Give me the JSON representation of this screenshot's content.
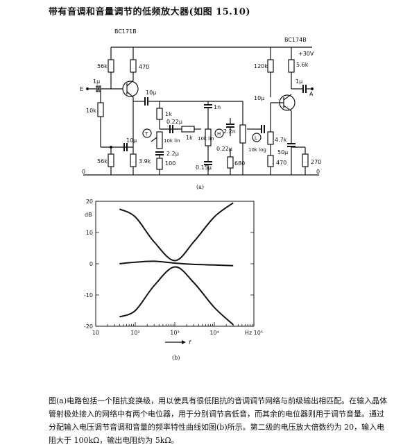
{
  "title": "带有音调和音量调节的低频放大器(如图 15.10)",
  "circuit": {
    "transistor_left": "BC171B",
    "transistor_right": "BC174B",
    "supply": "+30V",
    "input_label": "E",
    "output_label": "A",
    "ground_left": "0",
    "ground_right": "0",
    "caption": "(a)",
    "components": {
      "r56k_top": "56k",
      "r470_top": "470",
      "c1u_in": "1μ",
      "c10u_a": "10μ",
      "r10k_left": "10k",
      "r1k_a": "1k",
      "c022_a": "0.22μ",
      "pot_t_label": "T",
      "pot_t_val": "10k lin",
      "r1k_b": "1k",
      "c1n": "1n",
      "c22n": "2.2n",
      "pot_h_label": "H",
      "pot_h_val": "10k lin",
      "c022_b": "0.22μ",
      "pot_l_label": "L",
      "pot_l_val": "10k log",
      "c10u_b": "10μ",
      "c22u": "2.2μ",
      "r56k_bottom": "56k",
      "r39k": "3.9k",
      "r100": "100",
      "c015": "0.15μ",
      "r680": "680",
      "c10u_c": "10μ",
      "r120k": "120k",
      "r56k_right": "5.6k",
      "c1u_out": "1μ",
      "r47k": "4.7k",
      "r470_right": "470",
      "c50u": "50μ",
      "r270": "270"
    }
  },
  "chart_data": {
    "type": "line",
    "ylabel": "dB",
    "xlabel": "f",
    "x_unit": "Hz",
    "x_scale": "log",
    "xlim": [
      10,
      100000
    ],
    "ylim": [
      -20,
      20
    ],
    "y_ticks": [
      "20",
      "10",
      "0",
      "-10",
      "-20"
    ],
    "x_ticks": [
      "10",
      "10²",
      "10³",
      "10⁴",
      "Hz 10⁵"
    ],
    "caption": "(b)",
    "series": [
      {
        "values": [
          [
            40,
            17.5
          ],
          [
            100,
            15
          ],
          [
            300,
            7
          ],
          [
            1000,
            1
          ],
          [
            3000,
            7
          ],
          [
            10000,
            15
          ],
          [
            30000,
            19.5
          ]
        ]
      },
      {
        "values": [
          [
            40,
            0
          ],
          [
            100,
            0.5
          ],
          [
            300,
            0.8
          ],
          [
            1000,
            0.2
          ],
          [
            3000,
            -0.2
          ],
          [
            10000,
            -0.4
          ],
          [
            30000,
            -0.6
          ]
        ]
      },
      {
        "values": [
          [
            40,
            -17
          ],
          [
            100,
            -15
          ],
          [
            300,
            -7
          ],
          [
            1000,
            -1
          ],
          [
            3000,
            -6
          ],
          [
            10000,
            -14
          ],
          [
            30000,
            -19.5
          ]
        ]
      }
    ]
  },
  "body": {
    "paragraph": "图(a)电路包括一个阻抗变换级，用以使具有很低阻抗的音调调节网络与前级输出相匹配。在输入晶体管射极处接入的网络中有两个电位器，用于分别调节高低音，而其余的电位器则用于调节音量。通过分配输入电压调节音调和音量的频率特性曲线如图(b)所示。第二级的电压放大倍数约为 20，输入电阻大于 100kΩ，输出电阻约为 5kΩ。"
  }
}
